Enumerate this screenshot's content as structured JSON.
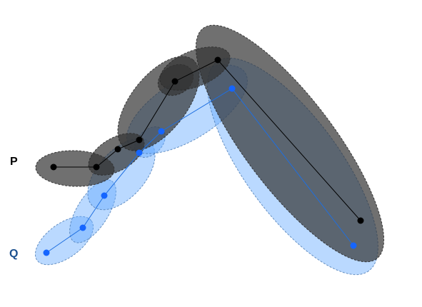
{
  "colors": {
    "P_fill": "#333333",
    "P_stroke": "#2b2b2b",
    "P_line": "#000000",
    "P_label": "#000000",
    "Q_fill": "#66aaff",
    "Q_stroke": "#4f7fb8",
    "Q_line": "#1f6fe0",
    "Q_point": "#1565ff",
    "Q_label": "#1a4f8f"
  },
  "trajectories": [
    {
      "id": "P",
      "label": "P",
      "point_count": 7,
      "uncertainty_region_count": 6
    },
    {
      "id": "Q",
      "label": "Q",
      "point_count": 7,
      "uncertainty_region_count": 6
    }
  ]
}
